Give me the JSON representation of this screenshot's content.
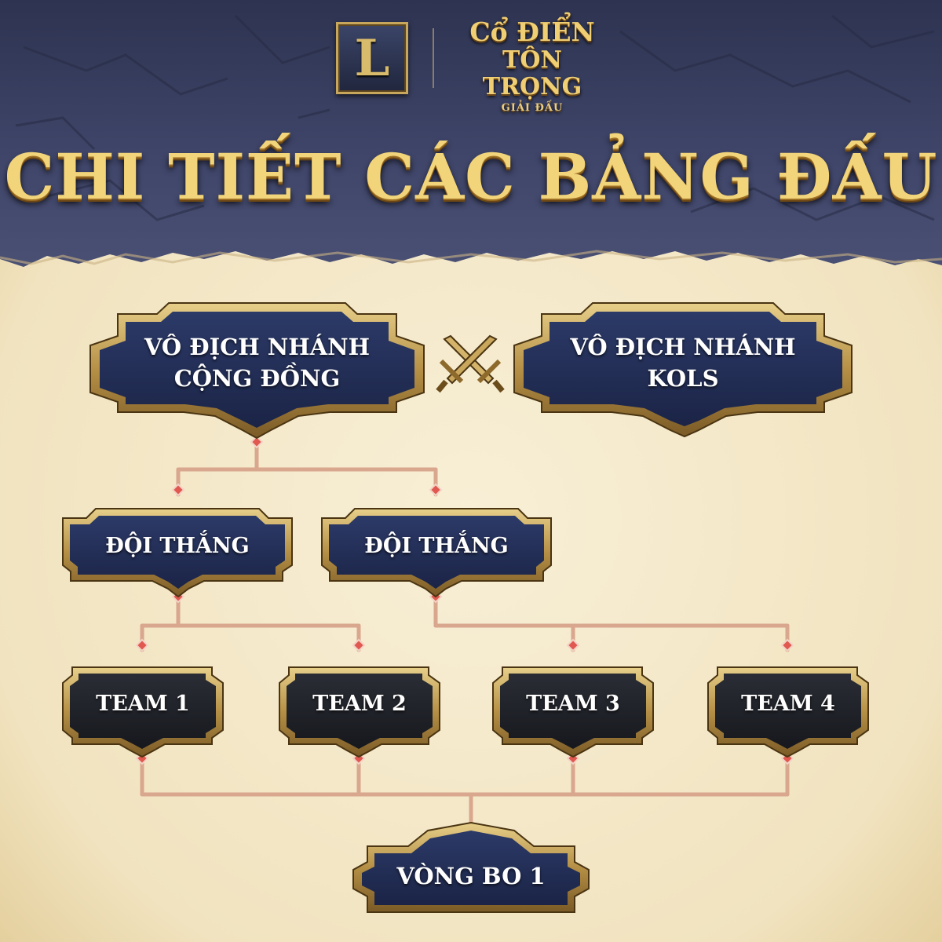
{
  "header": {
    "logo_letter": "L",
    "brand_line1": "Cổ ĐIỂN",
    "brand_line2": "TÔN TRỌNG",
    "brand_line3": "GIẢI ĐẤU",
    "title": "CHI TIẾT CÁC BẢNG ĐẤU"
  },
  "bracket": {
    "final_left_line1": "VÔ ĐỊCH NHÁNH",
    "final_left_line2": "CỘNG ĐỒNG",
    "final_right_line1": "VÔ ĐỊCH NHÁNH",
    "final_right_line2": "KOLS",
    "winner1": "ĐỘI THẮNG",
    "winner2": "ĐỘI THẮNG",
    "team1": "TEAM 1",
    "team2": "TEAM 2",
    "team3": "TEAM 3",
    "team4": "TEAM 4",
    "round": "VÒNG BO 1"
  },
  "colors": {
    "banner": "#3b4060",
    "parchment": "#f3e7c7",
    "gold": "#c8a85a",
    "connector": "#d9a68e",
    "node_navy": "#23305a",
    "node_dark": "#1d2027"
  }
}
